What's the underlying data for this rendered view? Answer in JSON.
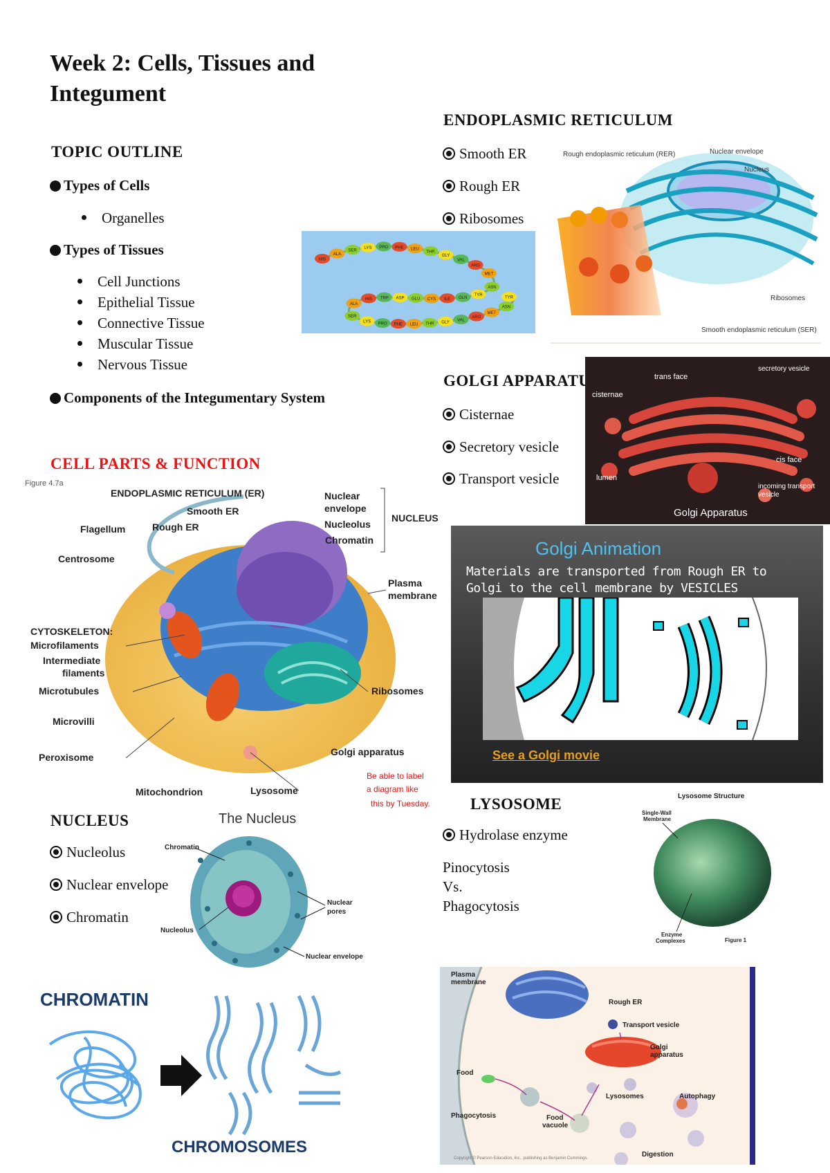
{
  "title": "Week 2: Cells, Tissues and Integument",
  "outline": {
    "heading": "TOPIC OUTLINE",
    "types_of_cells": "Types of Cells",
    "organelles": "Organelles",
    "types_of_tissues": "Types of Tissues",
    "tissues": [
      "Cell Junctions",
      "Epithelial Tissue",
      "Connective Tissue",
      "Muscular Tissue",
      "Nervous Tissue"
    ],
    "integumentary": "Components of the Integumentary System"
  },
  "cell_parts": {
    "heading": "CELL PARTS & FUNCTION",
    "figure_label": "Figure 4.7a",
    "labels": {
      "er": "ENDOPLASMIC RETICULUM (ER)",
      "smooth_er": "Smooth ER",
      "rough_er": "Rough ER",
      "flagellum": "Flagellum",
      "centrosome": "Centrosome",
      "cytoskeleton": "CYTOSKELETON:",
      "microfilaments": "Microfilaments",
      "intermediate_1": "Intermediate",
      "intermediate_2": "filaments",
      "microtubules": "Microtubules",
      "microvilli": "Microvilli",
      "peroxisome": "Peroxisome",
      "mitochondrion": "Mitochondrion",
      "lysosome": "Lysosome",
      "golgi": "Golgi apparatus",
      "ribosomes": "Ribosomes",
      "plasma_1": "Plasma",
      "plasma_2": "membrane",
      "nuclear_1": "Nuclear",
      "nuclear_2": "envelope",
      "nucleolus": "Nucleolus",
      "chromatin": "Chromatin",
      "nucleus": "NUCLEUS"
    },
    "note": [
      "Be able to label",
      "a diagram like",
      "this by Tuesday."
    ]
  },
  "er_section": {
    "heading": "ENDOPLASMIC RETICULUM",
    "items": [
      "Smooth ER",
      "Rough ER",
      "Ribosomes"
    ],
    "fig": {
      "rer": "Rough endoplasmic reticulum (RER)",
      "env": "Nuclear envelope",
      "nuc": "Nucleus",
      "ribo": "Ribosomes",
      "ser": "Smooth endoplasmic reticulum (SER)"
    }
  },
  "golgi_section": {
    "heading": "GOLGI APPARATUS",
    "items": [
      "Cisternae",
      "Secretory vesicle",
      "Transport vesicle"
    ],
    "fig": {
      "trans": "trans face",
      "secretory": "secretory vesicle",
      "cisternae": "cisternae",
      "cis": "cis face",
      "lumen": "lumen",
      "incoming_1": "incoming transport",
      "incoming_2": "vesicle",
      "caption": "Golgi Apparatus"
    }
  },
  "golgi_anim": {
    "title": "Golgi Animation",
    "line1": "Materials are transported from Rough ER to",
    "line2": "Golgi to the cell membrane by VESICLES",
    "link": "See a Golgi movie"
  },
  "nucleus_section": {
    "heading": "NUCLEUS",
    "items": [
      "Nucleolus",
      "Nuclear envelope",
      "Chromatin"
    ],
    "fig": {
      "title": "The Nucleus",
      "chromatin": "Chromatin",
      "pores_1": "Nuclear",
      "pores_2": "pores",
      "nucleolus": "Nucleolus",
      "envelope": "Nuclear envelope"
    }
  },
  "lysosome_section": {
    "heading": "LYSOSOME",
    "item": "Hydrolase enzyme",
    "text": [
      "Pinocytosis",
      "Vs.",
      "Phagocytosis"
    ],
    "fig": {
      "title": "Lysosome Structure",
      "wall_1": "Single-Wall",
      "wall_2": "Membrane",
      "enzyme_1": "Enzyme",
      "enzyme_2": "Complexes",
      "figure": "Figure 1"
    }
  },
  "chromatin_fig": {
    "chromatin": "CHROMATIN",
    "chromosomes": "CHROMOSOMES"
  },
  "pathway_fig": {
    "plasma_1": "Plasma",
    "plasma_2": "membrane",
    "rough_er": "Rough ER",
    "transport": "Transport vesicle",
    "golgi_1": "Golgi",
    "golgi_2": "apparatus",
    "food": "Food",
    "lysosomes": "Lysosomes",
    "autophagy": "Autophagy",
    "phagocytosis": "Phagocytosis",
    "food_vac_1": "Food",
    "food_vac_2": "vacuole",
    "digestion": "Digestion",
    "copyright": "Copyright © Pearson Education, Inc., publishing as Benjamin Cummings."
  },
  "protein_fig": {
    "residues": [
      "HIS",
      "ALA",
      "SER",
      "LYS",
      "PRO",
      "PHE",
      "LEU",
      "THR",
      "GLY",
      "VAL",
      "ARG",
      "MET",
      "ASN",
      "TYR",
      "GLN",
      "ILE",
      "CYS",
      "GLU",
      "ASP",
      "TRP"
    ]
  }
}
